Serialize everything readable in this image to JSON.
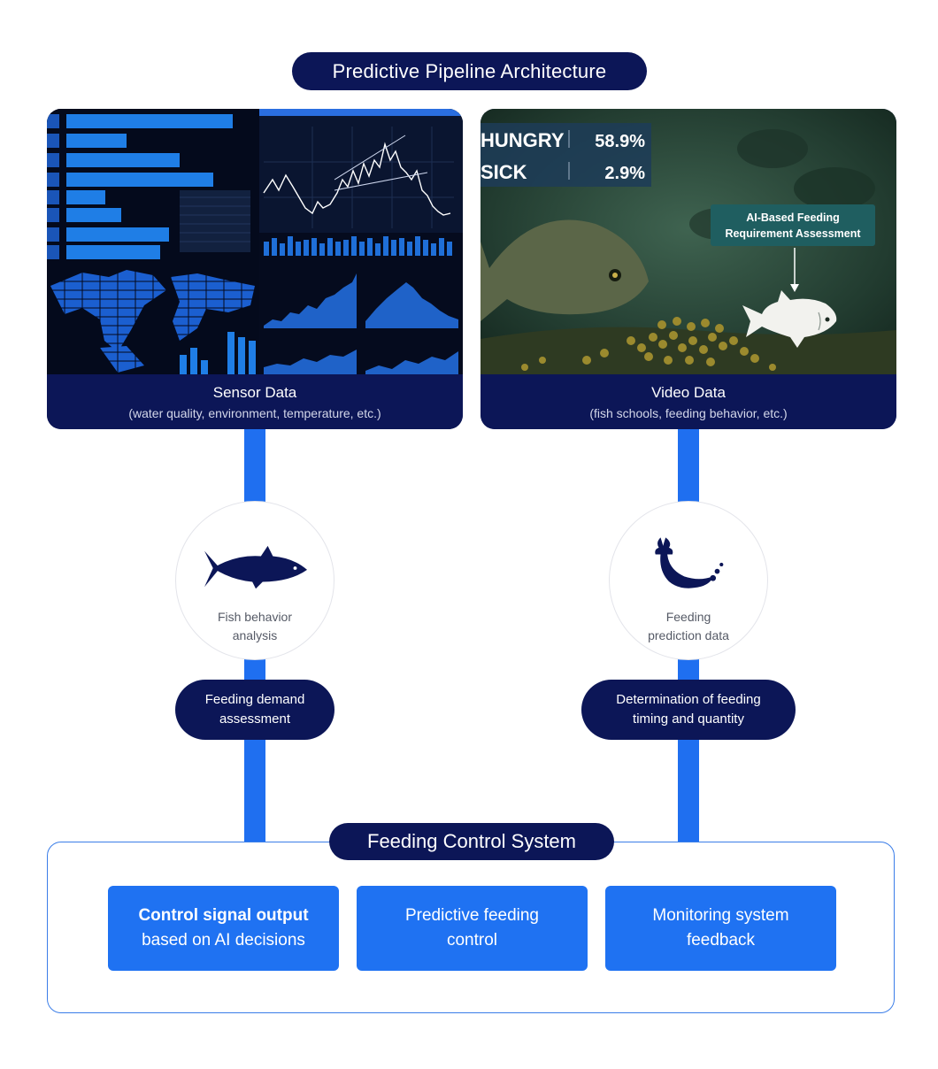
{
  "title": "Predictive Pipeline Architecture",
  "sensor": {
    "title": "Sensor Data",
    "subtitle": "(water quality, environment, temperature, etc.)"
  },
  "video": {
    "title": "Video Data",
    "subtitle": "(fish schools, feeding behavior, etc.)",
    "overlay": {
      "hungry_label": "HUNGRY",
      "hungry_value": "58.9%",
      "sick_label": "SICK",
      "sick_value": "2.9%"
    },
    "ai_label_line1": "AI-Based Feeding",
    "ai_label_line2": "Requirement Assessment"
  },
  "left_node": {
    "icon": "tuna-fish-icon",
    "label_line1": "Fish behavior",
    "label_line2": "analysis",
    "pill_line1": "Feeding demand",
    "pill_line2": "assessment"
  },
  "right_node": {
    "icon": "whale-icon",
    "label_line1": "Feeding",
    "label_line2": "prediction data",
    "pill_line1": "Determination of feeding",
    "pill_line2": "timing and quantity"
  },
  "control_system": {
    "title": "Feeding Control System",
    "boxes": [
      {
        "line1": "Control signal output",
        "line2": "based on AI decisions"
      },
      {
        "line1": "Predictive feeding",
        "line2": "control"
      },
      {
        "line1": "Monitoring system",
        "line2": "feedback"
      }
    ]
  },
  "colors": {
    "navy": "#0c1657",
    "blue": "#1f72f2",
    "connector": "#1f6ff0"
  }
}
